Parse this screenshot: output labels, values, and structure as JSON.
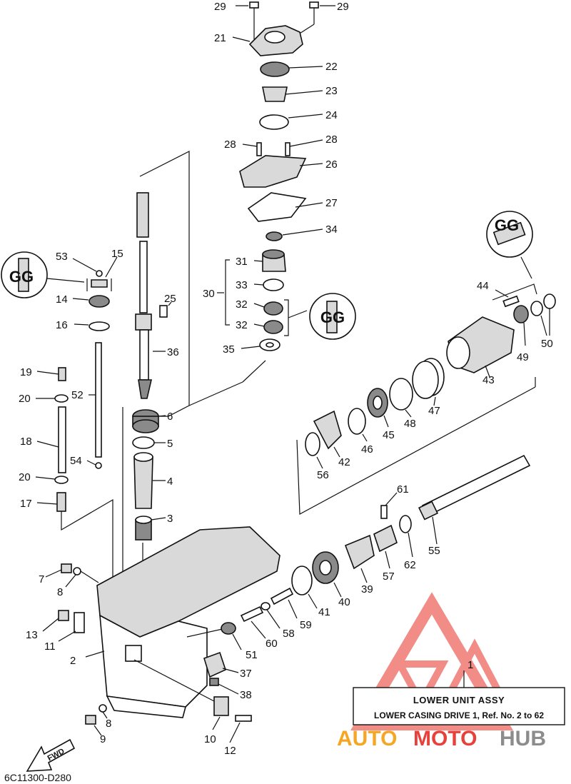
{
  "diagram_code": "6C11300-D280",
  "title_block": {
    "ref_no": "1",
    "title": "LOWER UNIT ASSY",
    "subtitle": "LOWER CASING DRIVE 1,  Ref. No. 2 to 62"
  },
  "fwd_label": "FWD",
  "symbols": {
    "grease_a": "GG",
    "grease_b": "GG",
    "grease_c": "GG"
  },
  "watermark": {
    "word_part1": "AUTO",
    "word_part2": "MOTO",
    "word_part3": "HUB",
    "color_orange": "#f5a623",
    "color_red": "#e8413c",
    "color_gray": "#8c8c8c"
  },
  "callouts": [
    "29",
    "29",
    "21",
    "22",
    "23",
    "24",
    "28",
    "28",
    "26",
    "27",
    "34",
    "31",
    "33",
    "30",
    "32",
    "32",
    "35",
    "53",
    "15",
    "14",
    "16",
    "25",
    "36",
    "19",
    "20",
    "52",
    "18",
    "54",
    "20",
    "17",
    "6",
    "5",
    "4",
    "3",
    "44",
    "49",
    "50",
    "43",
    "47",
    "48",
    "45",
    "46",
    "42",
    "56",
    "61",
    "55",
    "62",
    "57",
    "39",
    "40",
    "41",
    "59",
    "58",
    "60",
    "51",
    "37",
    "38",
    "7",
    "8",
    "13",
    "11",
    "2",
    "8",
    "9",
    "10",
    "12",
    "1"
  ]
}
